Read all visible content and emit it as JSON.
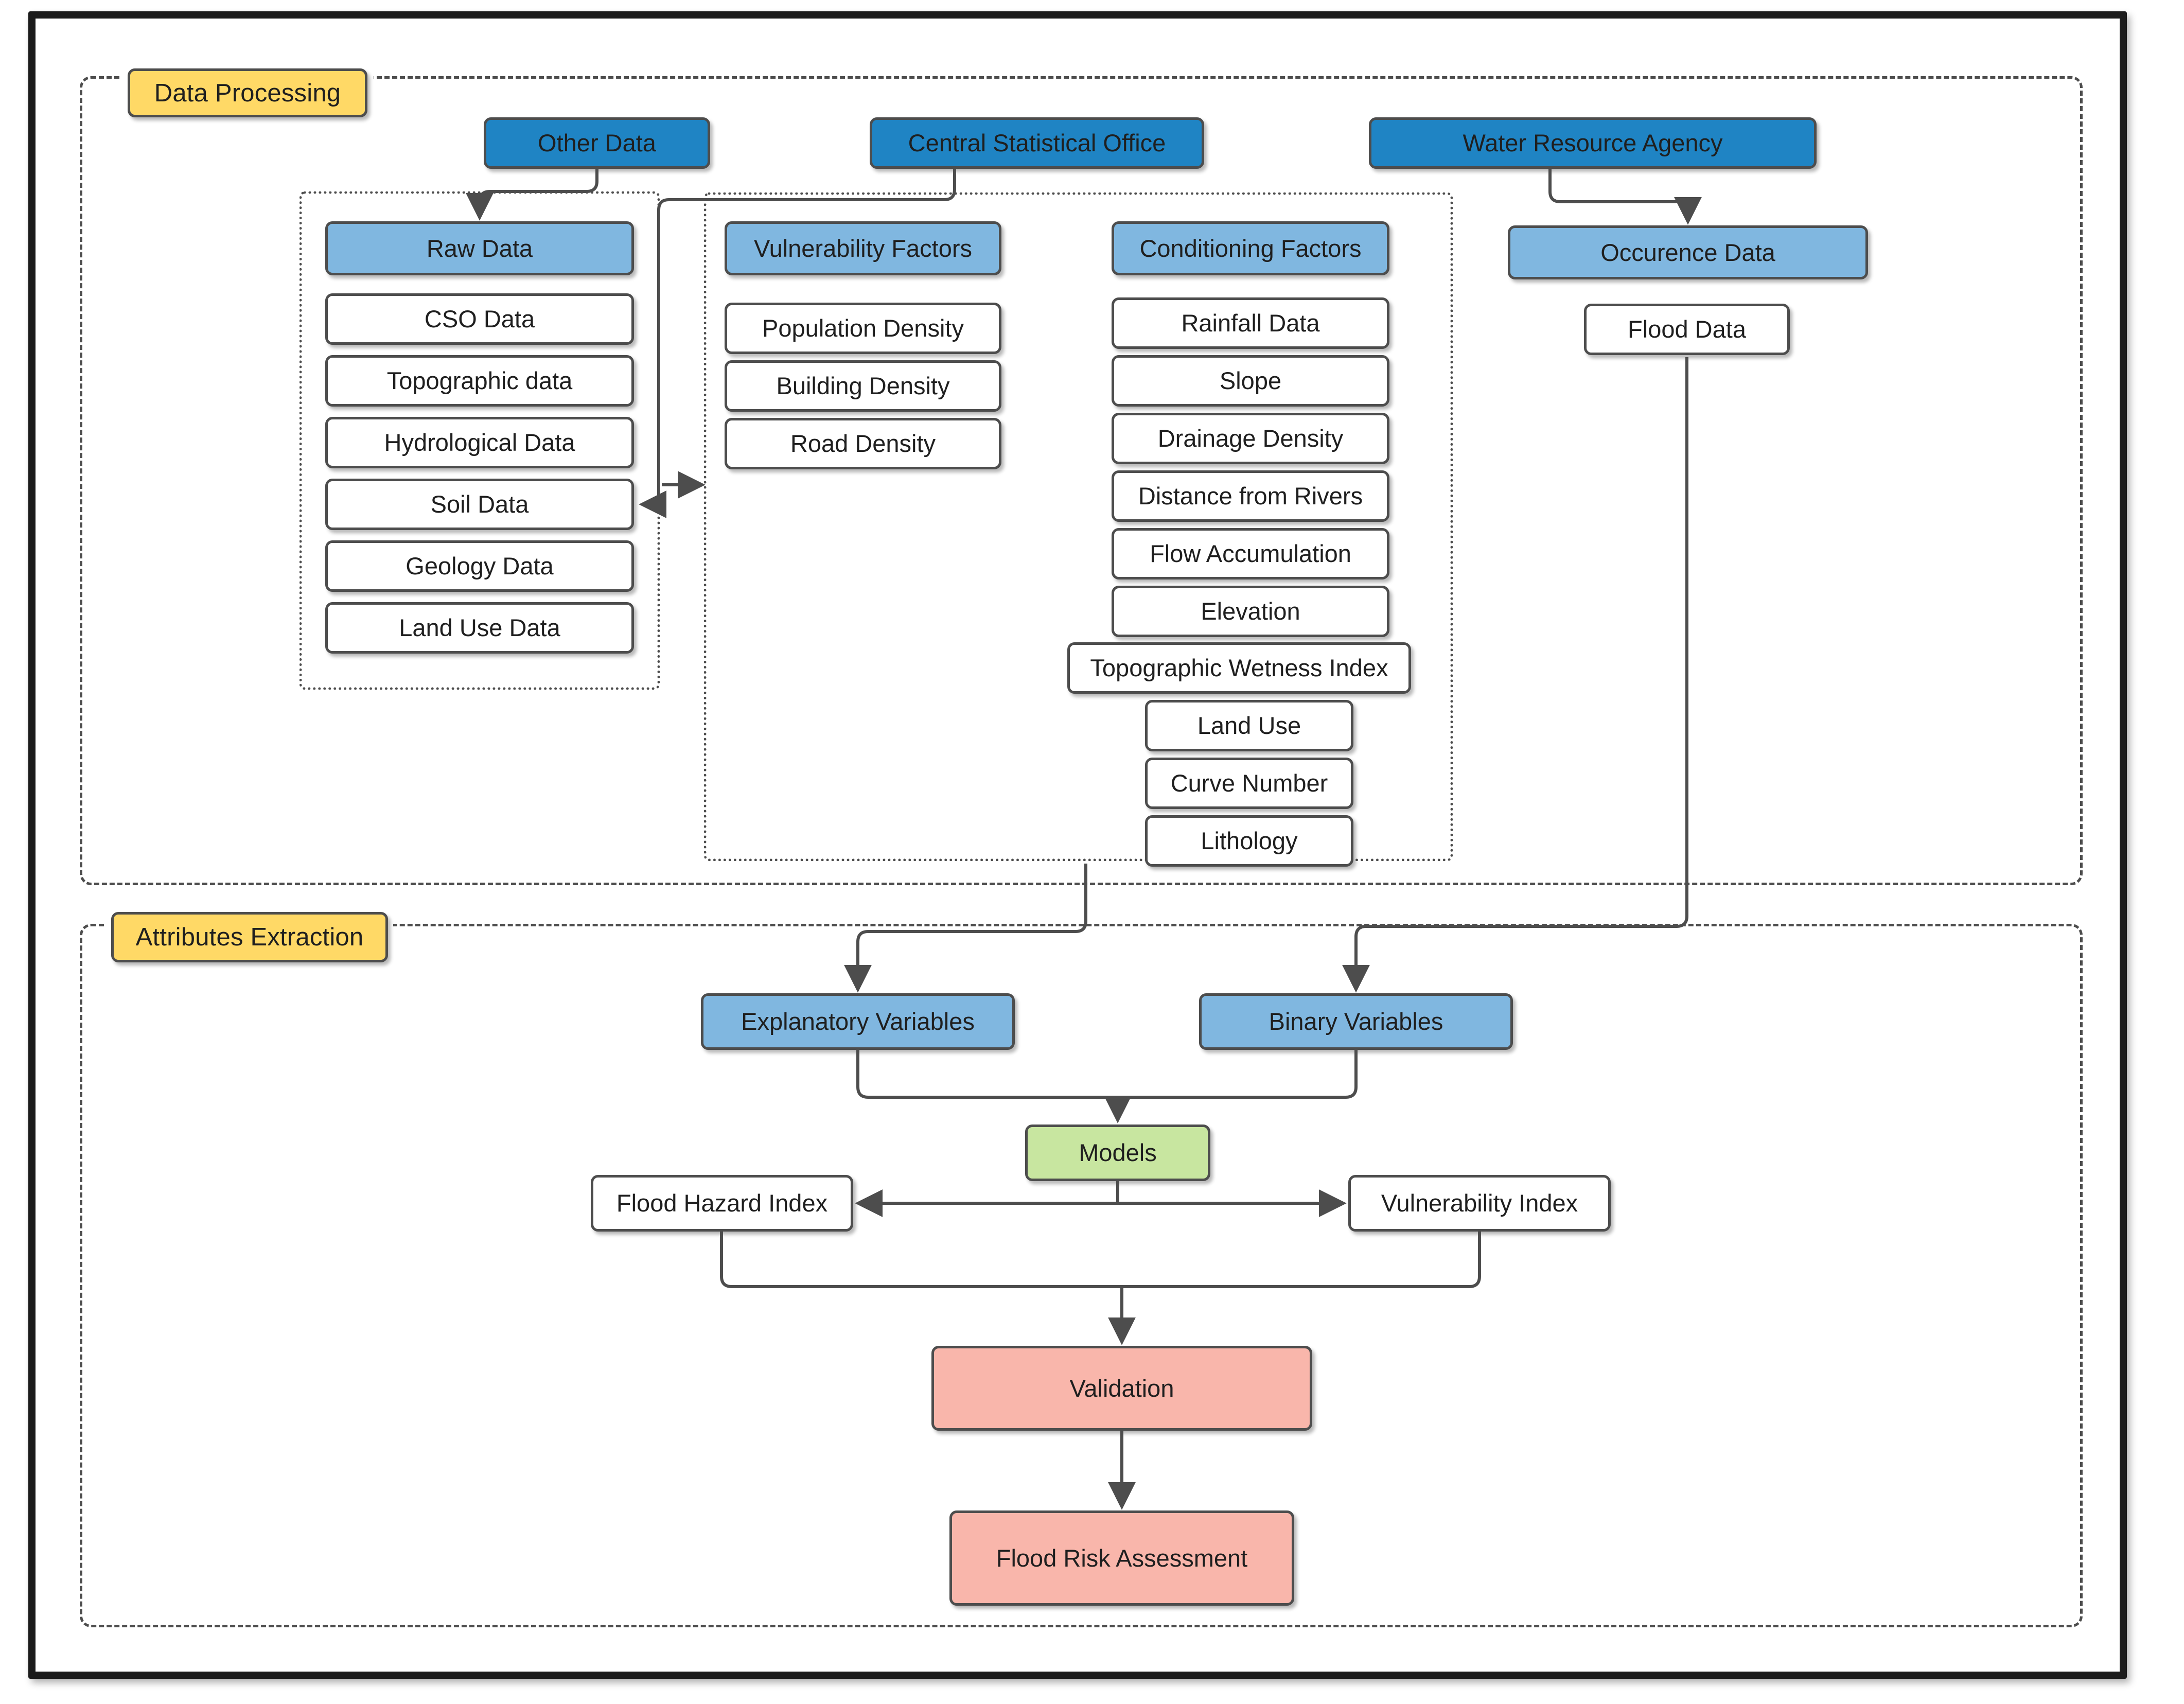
{
  "lanes": [
    {
      "id": "data-processing",
      "label": "Data Processing"
    },
    {
      "id": "attributes-extraction",
      "label": "Attributes Extraction"
    }
  ],
  "sources": [
    {
      "id": "other-data",
      "label": "Other Data"
    },
    {
      "id": "central-statistical-office",
      "label": "Central Statistical Office"
    },
    {
      "id": "water-resource-agency",
      "label": "Water Resource Agency"
    }
  ],
  "groups": {
    "raw_data": {
      "header": "Raw Data",
      "items": [
        "CSO Data",
        "Topographic data",
        "Hydrological Data",
        "Soil Data",
        "Geology Data",
        "Land Use Data"
      ]
    },
    "vulnerability_factors": {
      "header": "Vulnerability Factors",
      "items": [
        "Population Density",
        "Building Density",
        "Road Density"
      ]
    },
    "conditioning_factors": {
      "header": "Conditioning Factors",
      "items": [
        "Rainfall Data",
        "Slope",
        "Drainage Density",
        "Distance from Rivers",
        "Flow Accumulation",
        "Elevation",
        "Topographic Wetness Index",
        "Land Use",
        "Curve Number",
        "Lithology"
      ]
    },
    "occurence_data": {
      "header": "Occurence Data",
      "items": [
        "Flood Data"
      ]
    }
  },
  "attributes": {
    "explanatory_variables": "Explanatory Variables",
    "binary_variables": "Binary Variables",
    "models": "Models",
    "flood_hazard_index": "Flood Hazard Index",
    "vulnerability_index": "Vulnerability Index",
    "validation": "Validation",
    "flood_risk_assessment": "Flood Risk Assessment"
  },
  "colors": {
    "source_blue": "#1f84c4",
    "group_blue": "#80b7e0",
    "lane_yellow": "#ffd966",
    "model_green": "#c8e6a0",
    "result_pink": "#f9b6ab",
    "stroke_gray": "#4d4d4d",
    "frame_black": "#1b1b1b"
  }
}
